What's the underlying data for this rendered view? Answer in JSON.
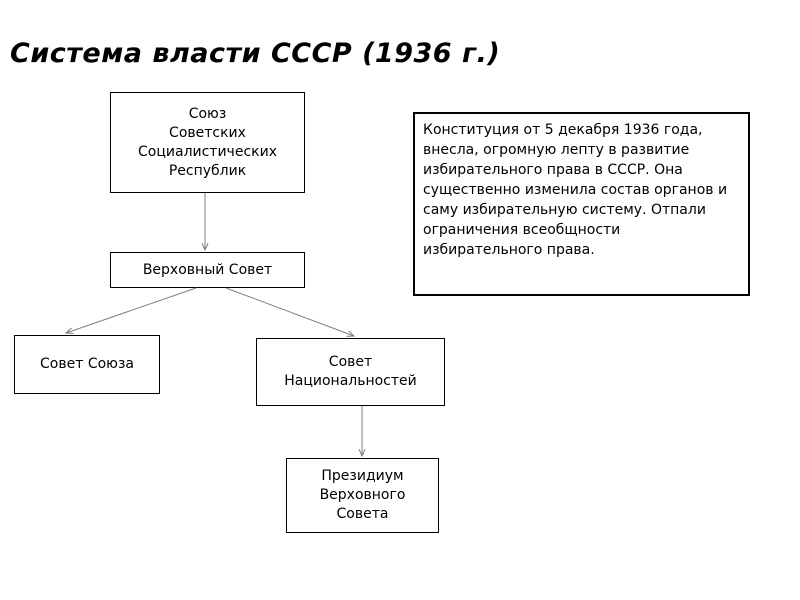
{
  "title": "Система власти СССР (1936 г.)",
  "nodes": {
    "ussr": [
      "Союз",
      "Советских",
      "Социалистических",
      "Республик"
    ],
    "supreme_soviet": [
      "Верховный Совет"
    ],
    "council_union": [
      "Совет Союза"
    ],
    "council_nationalities": [
      "Совет",
      "Национальностей"
    ],
    "presidium": [
      "Президиум",
      "Верховного",
      "Совета"
    ]
  },
  "info_text": "Конституция от 5 декабря 1936 года, внесла, огромную лепту в развитие избирательного права в СССР. Она существенно изменила состав органов и саму избирательную систему. Отпали ограничения всеобщности избирательного права.",
  "colors": {
    "arrow": "#7f7f7f",
    "border": "#000000"
  }
}
